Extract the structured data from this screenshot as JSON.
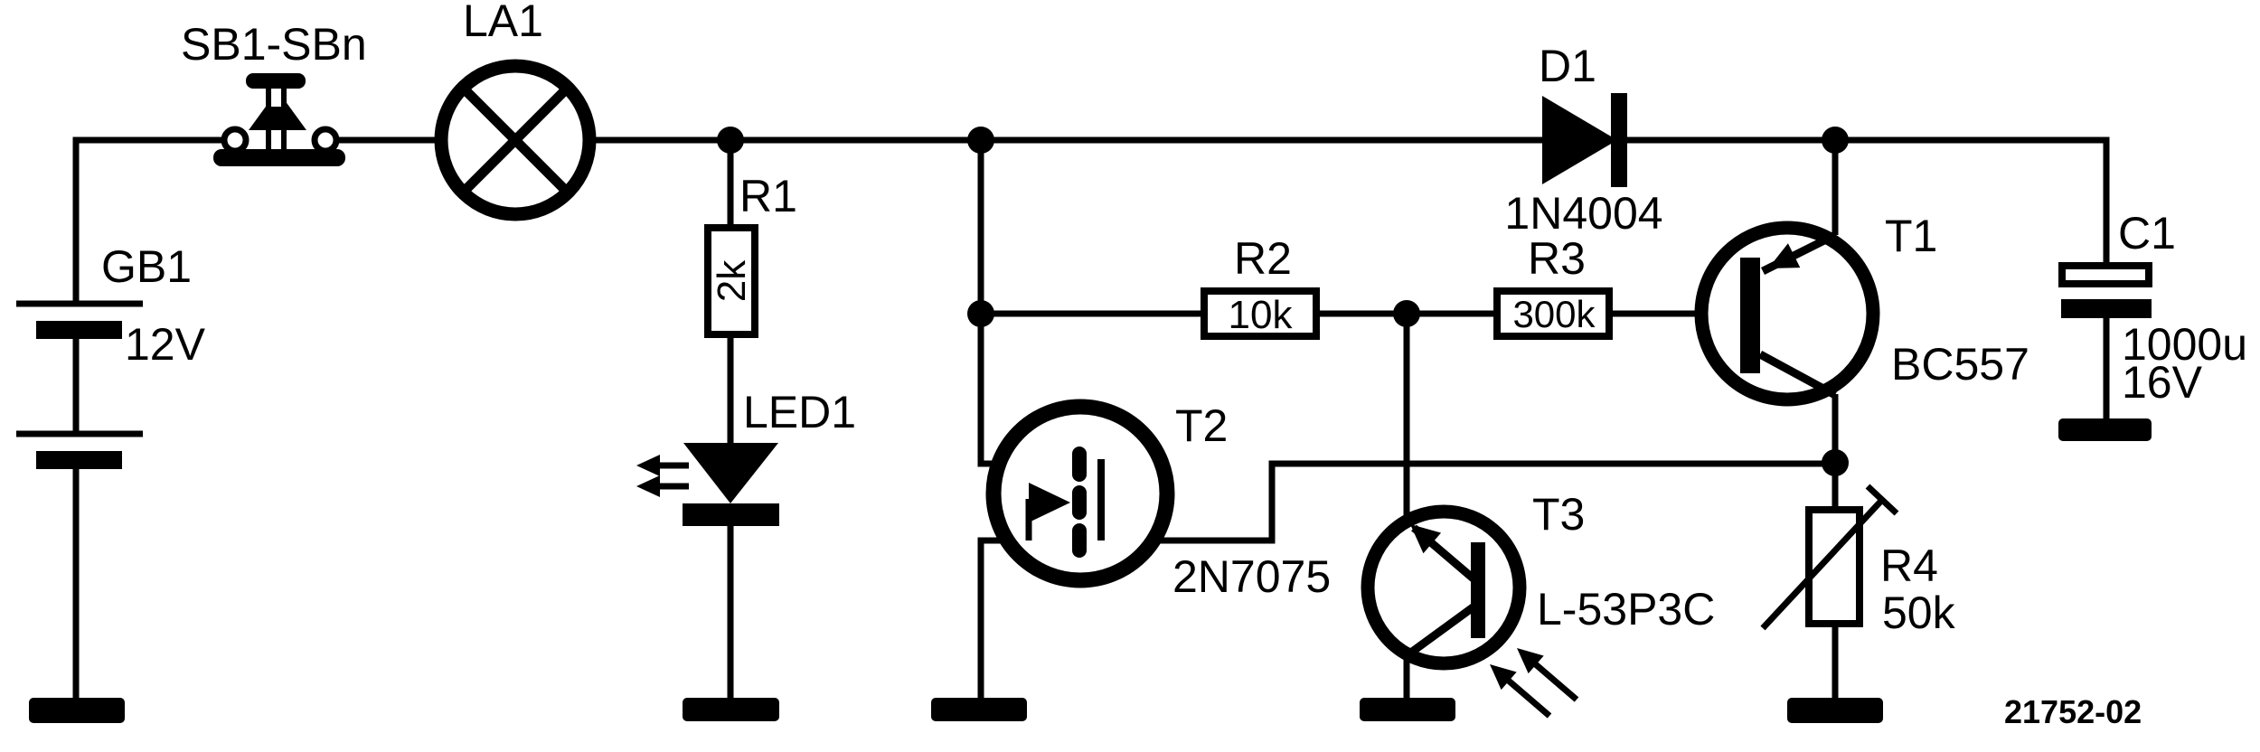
{
  "diagram": {
    "type": "circuit-schematic",
    "figure_number": "21752-02",
    "colors": {
      "ink": "#000000",
      "background": "#ffffff"
    },
    "components": {
      "battery": {
        "ref": "GB1",
        "value": "12V"
      },
      "pushbutton": {
        "ref": "SB1-SBn"
      },
      "lamp": {
        "ref": "LA1"
      },
      "r1": {
        "ref": "R1",
        "value": "2k"
      },
      "led": {
        "ref": "LED1"
      },
      "r2": {
        "ref": "R2",
        "value": "10k"
      },
      "r3": {
        "ref": "R3",
        "value": "300k"
      },
      "r4": {
        "ref": "R4",
        "value": "50k"
      },
      "d1": {
        "ref": "D1",
        "value": "1N4004"
      },
      "t1": {
        "ref": "T1",
        "value": "BC557"
      },
      "t2": {
        "ref": "T2",
        "value": "2N7075"
      },
      "t3": {
        "ref": "T3",
        "value": "L-53P3C"
      },
      "c1": {
        "ref": "C1",
        "capacitance": "1000u",
        "voltage": "16V"
      }
    }
  }
}
